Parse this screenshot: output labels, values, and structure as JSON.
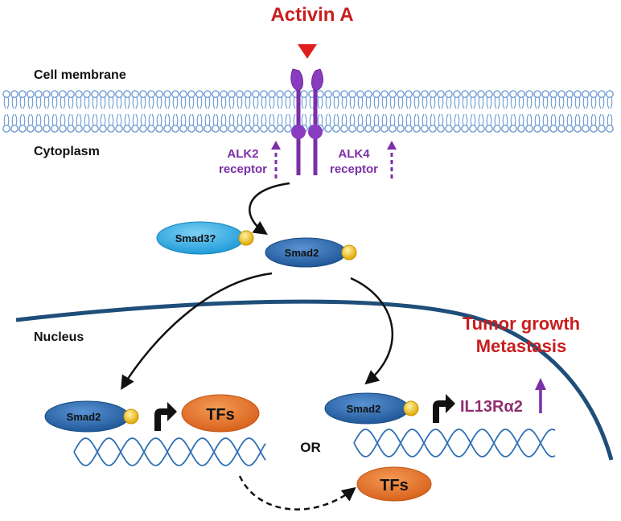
{
  "ligand": {
    "label": "Activin A",
    "color": "#c81e1e"
  },
  "labels": {
    "cell_membrane": "Cell membrane",
    "cytoplasm": "Cytoplasm",
    "nucleus": "Nucleus",
    "or": "OR"
  },
  "receptors": {
    "alk2": {
      "line1": "ALK2",
      "line2": "receptor"
    },
    "alk4": {
      "line1": "ALK4",
      "line2": "receptor"
    },
    "color": "#7b2fa8"
  },
  "proteins": {
    "smad3": "Smad3?",
    "smad2": "Smad2",
    "tfs": "TFs"
  },
  "target_gene": {
    "label": "IL13Rα2",
    "color": "#8e2f6e"
  },
  "outcome": {
    "line1": "Tumor growth",
    "line2": "Metastasis",
    "color": "#c81e1e"
  },
  "colors": {
    "smad2": "#2e6fb6",
    "smad3": "#3fb3e8",
    "tfs": "#e8772e",
    "phosphate": "#f2c22e",
    "membrane": "#5b8fcf",
    "nuclear_envelope": "#1f4e79",
    "dna": "#2e6fb6"
  }
}
